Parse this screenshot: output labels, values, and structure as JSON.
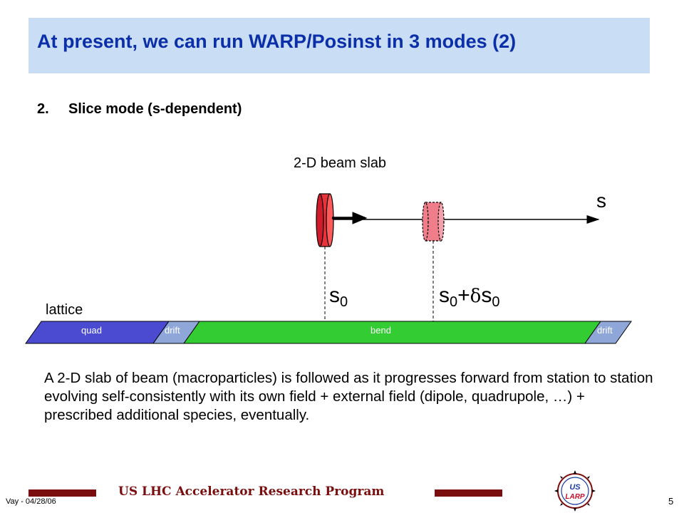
{
  "slide": {
    "title": "At present, we can run WARP/Posinst in 3 modes (2)",
    "bullet_number": "2.",
    "bullet_text": "Slice mode (s-dependent)"
  },
  "diagram": {
    "beam_label": "2-D beam slab",
    "axis_label": "s",
    "pos1_base": "s",
    "pos1_sub": "0",
    "pos2_base": "s",
    "pos2_sub": "0",
    "pos2_plus": "+",
    "pos2_delta": "δ",
    "pos2_base2": "s",
    "pos2_sub2": "0",
    "lattice_label": "lattice",
    "segments": [
      "quad",
      "drift",
      "bend",
      "drift"
    ],
    "colors": {
      "quad": "#4b4bd2",
      "drift": "#8ea6d8",
      "bend": "#33cc33",
      "slab": "#e8323c",
      "slab_ghost": "#f07e8a"
    }
  },
  "description": "A 2-D slab of beam (macroparticles) is followed as it progresses forward from station to station evolving self-consistently with its own field + external field (dipole, quadrupole, …) + prescribed additional species, eventually.",
  "footer": {
    "program": "US LHC Accelerator Research Program",
    "date": "Vay - 04/28/06",
    "page": "5",
    "logo_top": "US",
    "logo_bottom": "LARP"
  }
}
